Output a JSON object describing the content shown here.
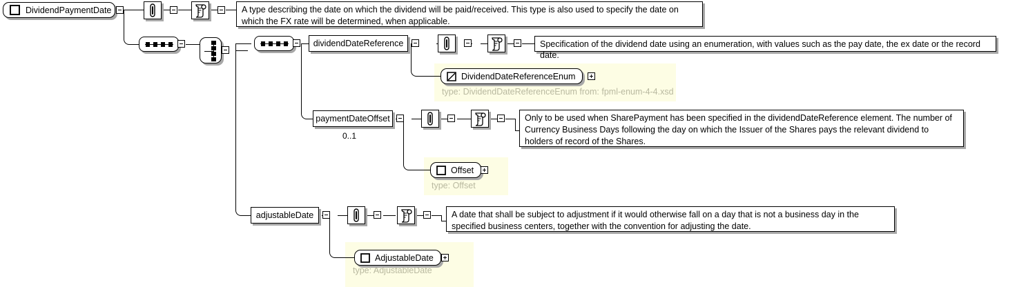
{
  "diagram": {
    "kind": "xsd-schema-diagram",
    "root": {
      "name": "DividendPaymentDate",
      "icon": "complex-type-square-icon",
      "expander": "minus"
    },
    "documentation": {
      "root": "A type describing the date on which the dividend will be paid/received. This type is also used to specify the date on which the FX rate will be determined, when applicable.",
      "dividend_date_reference": "Specification of the dividend date using an enumeration, with values such as the pay date, the ex date or the record date.",
      "payment_date_offset": "Only to be used when SharePayment has been specified in the dividendDateReference element. The number of Currency Business Days following the day on which the Issuer of the Shares pays the relevant dividend to holders of record of the Shares.",
      "adjustable_date": "A date that shall be subject to adjustment if it would otherwise fall on a day that is not a business day in the specified business centers, together with the convention for adjusting the date."
    },
    "compositors": [
      {
        "name": "sequence-top",
        "type": "sequence"
      },
      {
        "name": "choice",
        "type": "choice"
      },
      {
        "name": "sequence-inner",
        "type": "sequence"
      }
    ],
    "elements": [
      {
        "name": "dividendDateReference",
        "cardinality": ""
      },
      {
        "name": "paymentDateOffset",
        "cardinality": "0..1"
      },
      {
        "name": "adjustableDate",
        "cardinality": ""
      }
    ],
    "type_refs": [
      {
        "name": "DividendDateReferenceEnum",
        "glyph": "simple-type-slash-icon",
        "caption": "type: DividendDateReferenceEnum from: fpml-enum-4-4.xsd",
        "expander": "plus"
      },
      {
        "name": "Offset",
        "glyph": "complex-type-square-icon",
        "caption": "type: Offset",
        "expander": "plus"
      },
      {
        "name": "AdjustableDate",
        "glyph": "complex-type-square-icon",
        "caption": "type: AdjustableDate",
        "expander": "plus"
      }
    ],
    "icons": {
      "attribute": "paperclip-attribute-icon",
      "annotation": "scroll-annotation-icon"
    },
    "colors": {
      "panel_background": "#fdfde4",
      "panel_caption_text": "#b9b9a0",
      "line": "#000000",
      "shadow": "#a8a8a8",
      "canvas": "#ffffff"
    }
  }
}
